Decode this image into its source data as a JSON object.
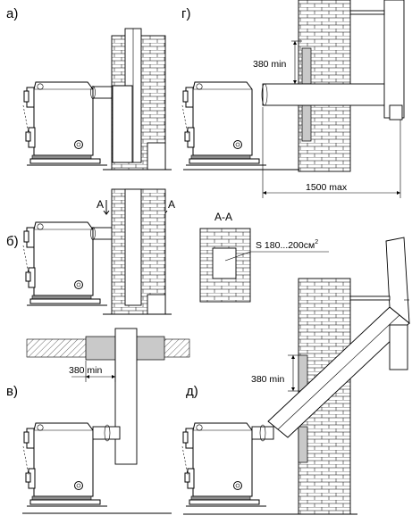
{
  "panels": {
    "a": {
      "label": "а)"
    },
    "b": {
      "label": "б)",
      "section_mark_left": "А",
      "section_mark_right": "А"
    },
    "v": {
      "label": "в)",
      "dimension": "380 min"
    },
    "g": {
      "label": "г)",
      "dimension_vertical": "380 min",
      "dimension_horizontal": "1500 max"
    },
    "d": {
      "label": "д)",
      "dimension": "380 min"
    }
  },
  "section": {
    "title": "А-А",
    "area_label": "S 180...200см",
    "area_unit_sup": "2"
  },
  "colors": {
    "line": "#000000",
    "insulation": "#c9c9c9",
    "dark_fill": "#8d8d8d",
    "background": "#ffffff"
  }
}
